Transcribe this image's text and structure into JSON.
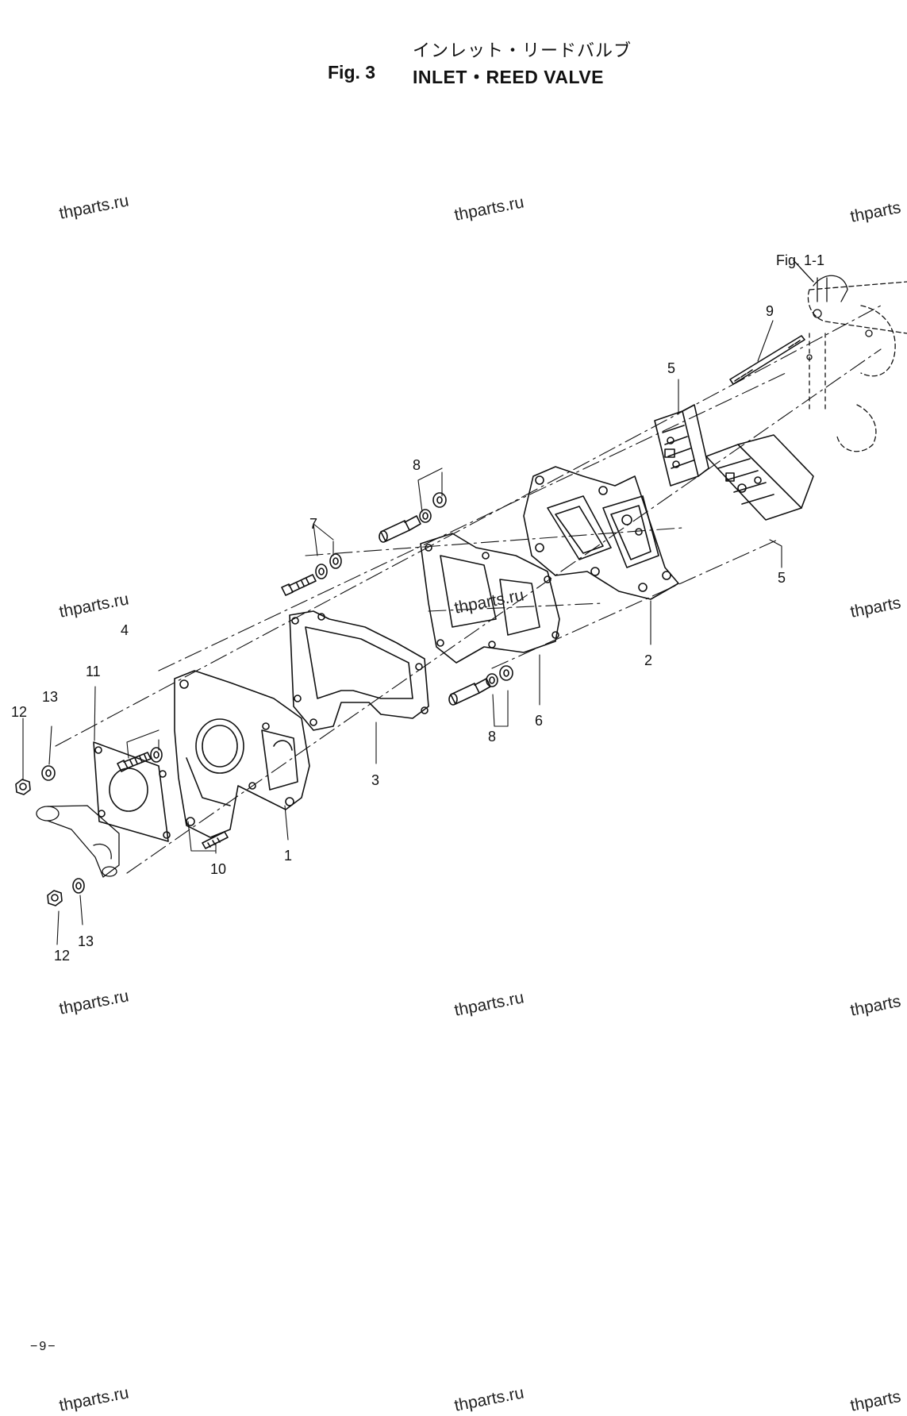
{
  "header": {
    "title_jp": "インレット・リードバルブ",
    "fig_label": "Fig. 3",
    "title_en": "INLET・REED VALVE"
  },
  "ref_label": "Fig. 1-1",
  "callouts": {
    "c1": "1",
    "c2": "2",
    "c3": "3",
    "c4": "4",
    "c5a": "5",
    "c5b": "5",
    "c6": "6",
    "c7": "7",
    "c8a": "8",
    "c8b": "8",
    "c9": "9",
    "c10": "10",
    "c11": "11",
    "c12a": "12",
    "c12b": "12",
    "c13a": "13",
    "c13b": "13"
  },
  "watermark": "thparts.ru",
  "watermark_clipped": "thparts",
  "footer": {
    "page_number": "−9−"
  }
}
